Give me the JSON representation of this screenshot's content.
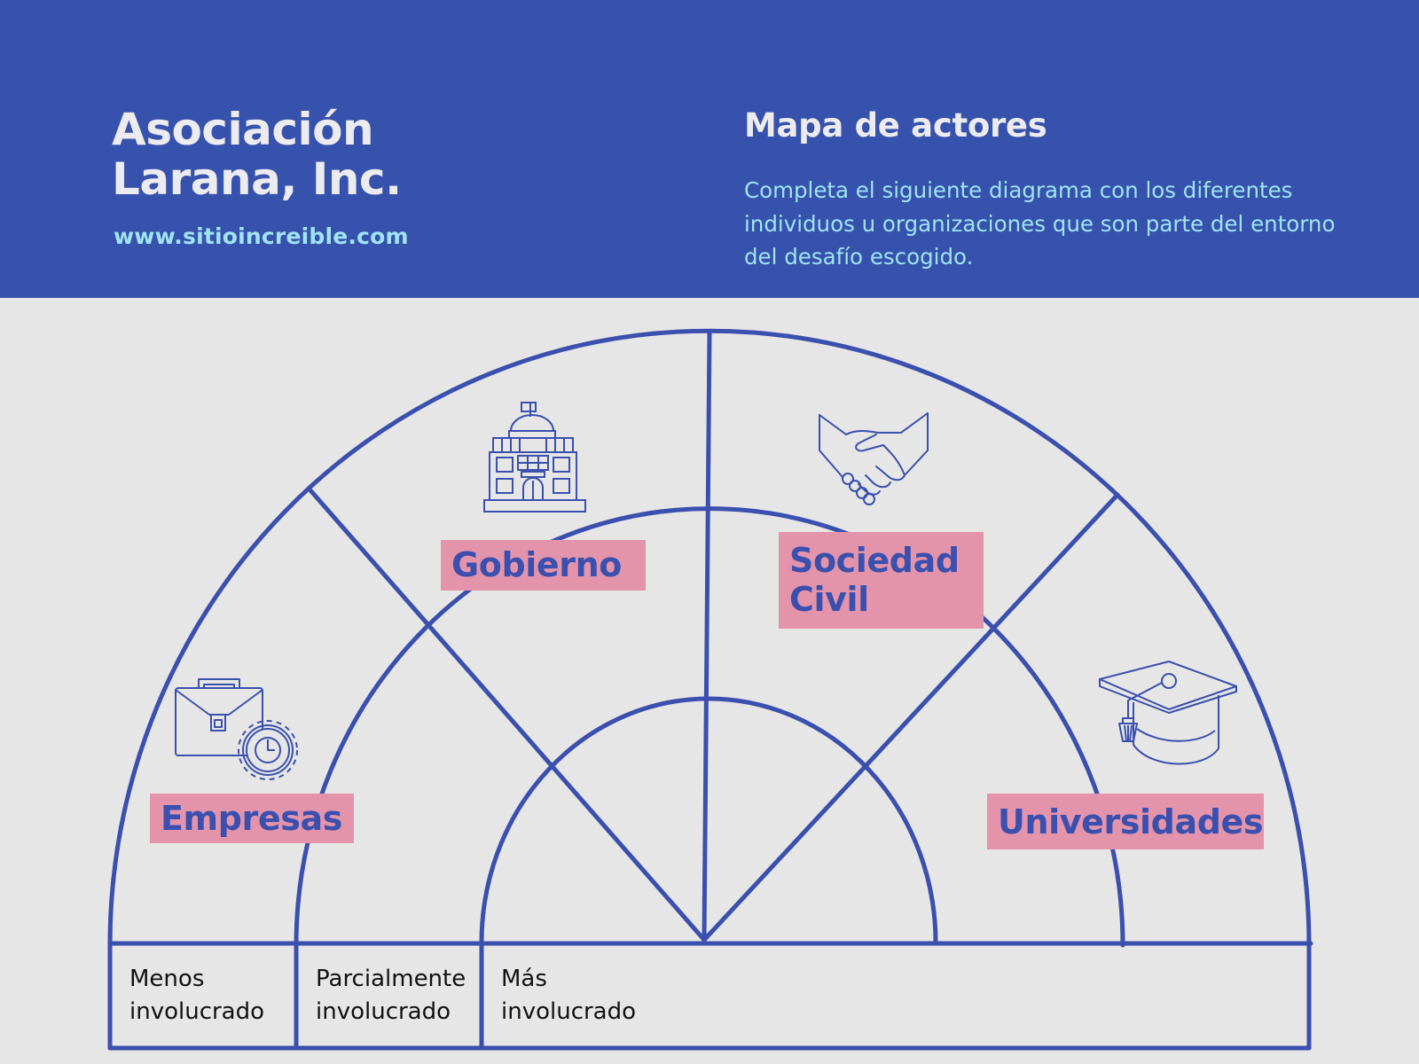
{
  "header": {
    "org_name_line1": "Asociación",
    "org_name_line2": "Larana, Inc.",
    "url": "www.sitioincreible.com",
    "title": "Mapa de actores",
    "description": "Completa el siguiente diagrama con los diferentes individuos u organizaciones que son parte del entorno del desafío escogido."
  },
  "sectors": {
    "gobierno": "Gobierno",
    "sociedad_line1": "Sociedad",
    "sociedad_line2": "Civil",
    "empresas": "Empresas",
    "universidades": "Universidades"
  },
  "legend": {
    "less_line1": "Menos",
    "less_line2": "involucrado",
    "partial_line1": "Parcialmente",
    "partial_line2": "involucrado",
    "more_line1": "Más",
    "more_line2": "involucrado"
  },
  "icons": {
    "gobierno": "government-building-icon",
    "sociedad": "handshake-icon",
    "empresas": "briefcase-gear-icon",
    "universidades": "graduation-cap-icon"
  },
  "colors": {
    "header_bg": "#3752ad",
    "background": "#e6e6e6",
    "line": "#3a4fae",
    "label_bg": "#e394ab",
    "label_text": "#3a4fae",
    "url_text": "#9fe4f2"
  }
}
